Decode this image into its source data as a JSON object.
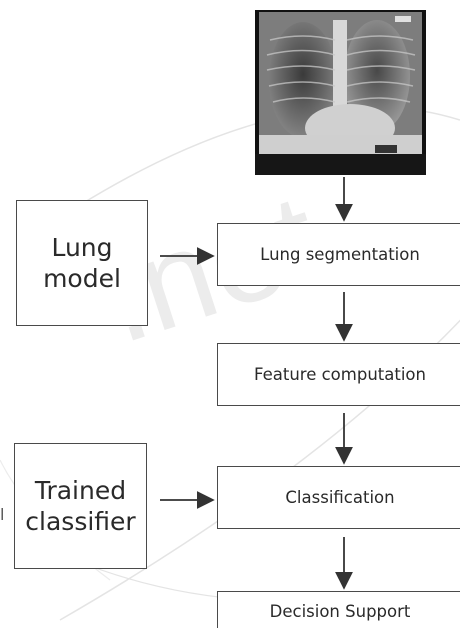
{
  "image": {
    "description_icon": "chest-xray-image"
  },
  "side_boxes": {
    "lung_model": "Lung\nmodel",
    "trained_classifier": "Trained\nclassifier"
  },
  "flow_boxes": {
    "lung_segmentation": "Lung segmentation",
    "feature_computation": "Feature computation",
    "classification": "Classification",
    "decision_support": "Decision Support"
  },
  "stray_mark": "l",
  "colors": {
    "border": "#4a4a4a",
    "text": "#2a2a2a",
    "arrow": "#333333",
    "watermark": "#e3e3e3"
  }
}
